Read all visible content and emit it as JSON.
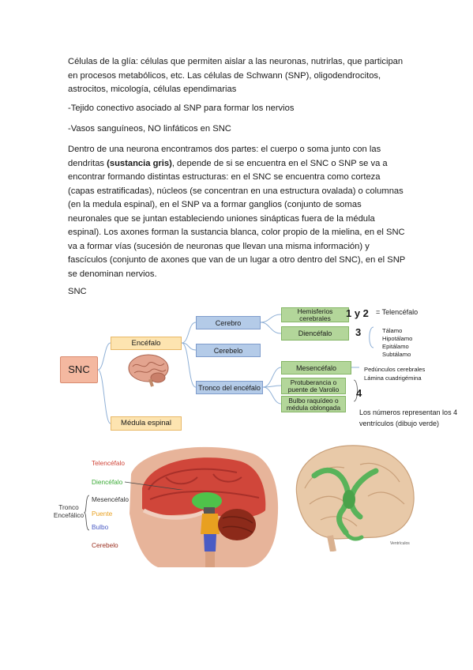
{
  "text": {
    "p1": "Células de la glía: células que permiten aislar a las neuronas, nutrirlas, que participan en procesos metabólicos, etc. Las células de Schwann (SNP), oligodendrocitos, astrocitos, micología, células ependimarias",
    "p2": "-Tejido conectivo asociado al SNP para formar los nervios",
    "p3": "-Vasos sanguíneos, NO linfáticos en SNC",
    "p4_a": "Dentro de una neurona encontramos dos partes: el cuerpo o soma junto con las dendritas ",
    "p4_bold": "(sustancia gris)",
    "p4_b": ", depende de si se encuentra en el SNC o SNP se va a encontrar formando distintas estructuras: en el SNC se encuentra como corteza (capas estratificadas), núcleos (se concentran en una estructura ovalada) o columnas (en la medula espinal), en el SNP va a formar ganglios (conjunto de somas neuronales que se juntan estableciendo uniones sinápticas fuera de la médula espinal). Los axones forman la sustancia blanca, color propio de la mielina, en el SNC va a formar vías (sucesión de neuronas que llevan una misma información) y fascículos (conjunto de axones que van de un lugar a otro dentro del SNC), en el SNP se denominan nervios.",
    "p5": "SNC"
  },
  "diagram": {
    "snc": "SNC",
    "encefalo": "Encéfalo",
    "medula": "Médula espinal",
    "cerebro": "Cerebro",
    "cerebelo": "Cerebelo",
    "tronco": "Tronco del encéfalo",
    "hemisferios": "Hemisferios cerebrales",
    "diencefalo": "Diencéfalo",
    "mesencefalo": "Mesencéfalo",
    "protuberancia": "Protuberancia o puente de Varolio",
    "bulbo": "Bulbo raquídeo o médula oblongada",
    "n12": "1 y 2",
    "telencefalo": "= Telencéfalo",
    "n3": "3",
    "n4": "4",
    "dien_list": [
      "Tálamo",
      "Hipotálamo",
      "Epitálamo",
      "Subtálamo"
    ],
    "mes_list": [
      "Pedúnculos cerebrales",
      "Lámina cuadrigémina"
    ],
    "note": "Los números representan los 4 ventrículos (dibujo verde)"
  },
  "figure": {
    "telencefalo": "Telencéfalo",
    "diencefalo": "Diencéfalo",
    "tronco": "Tronco Encefálico",
    "mesencefalo": "Mesencéfalo",
    "puente": "Puente",
    "bulbo": "Bulbo",
    "cerebelo": "Cerebelo",
    "ventricles_caption": "Ventrículos"
  },
  "colors": {
    "telencefalo": "#d0463a",
    "diencefalo": "#3aaa35",
    "mesencefalo": "#333333",
    "puente": "#e8a020",
    "bulbo": "#4a5bc4",
    "cerebelo": "#9a2e1e"
  }
}
